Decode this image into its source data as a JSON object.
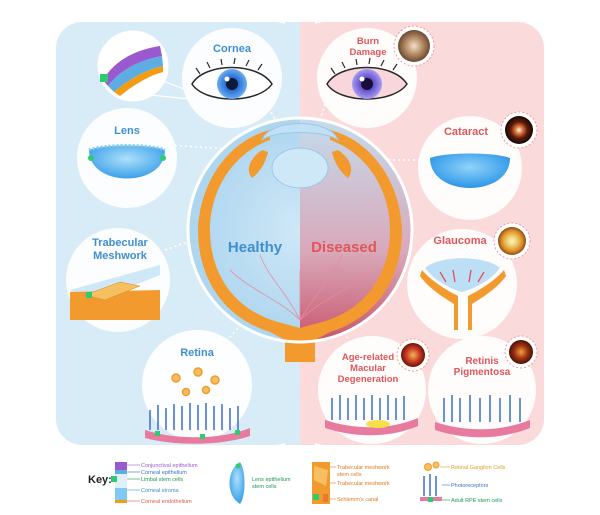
{
  "healthy": {
    "title": "Healthy",
    "cornea": "Cornea",
    "lens": "Lens",
    "trabecular": [
      "Trabecular",
      "Meshwork"
    ],
    "retina": "Retina"
  },
  "diseased": {
    "title": "Diseased",
    "burn": [
      "Burn",
      "Damage"
    ],
    "cataract": "Cataract",
    "glaucoma": "Glaucoma",
    "amd": [
      "Age-related",
      "Macular",
      "Degeneration"
    ],
    "rp": [
      "Retinis",
      "Pigmentosa"
    ]
  },
  "key": {
    "title": "Key:",
    "cornea_labels": [
      "Conjunctival epithelium",
      "Corneal epithelium",
      "Limbal stem cells",
      "Corneal stroma",
      "Corneal endothelium"
    ],
    "lens_labels": [
      "Lens epithelium",
      "stem cells"
    ],
    "tm_labels": [
      "Trabecular meshwork",
      "stem cells",
      "Trabecular meshwork",
      "Schlemm's canal"
    ],
    "retina_labels": [
      "Retinal Ganglion Cells",
      "Photoreceptors",
      "Adult RPE stem cells"
    ]
  },
  "colors": {
    "healthy_bg": "#d8ecf8",
    "diseased_bg": "#fadada",
    "healthy_text": "#3f8fd0",
    "diseased_text": "#e0565b",
    "orange": "#f29a2e"
  }
}
